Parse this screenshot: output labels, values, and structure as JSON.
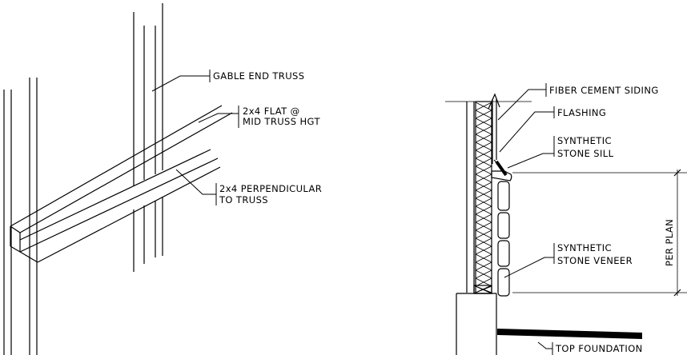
{
  "labels": {
    "gable_end_truss": "GABLE END TRUSS",
    "flat_line1": "2x4 FLAT @",
    "flat_line2": "MID TRUSS HGT",
    "perp_line1": "2x4 PERPENDICULAR",
    "perp_line2": "TO TRUSS",
    "fiber_cement_siding": "FIBER CEMENT SIDING",
    "flashing": "FLASHING",
    "sill_line1": "SYNTHETIC",
    "sill_line2": "STONE SILL",
    "veneer_line1": "SYNTHETIC",
    "veneer_line2": "STONE VENEER",
    "per_plan": "PER PLAN",
    "top_foundation": "TOP FOUNDATION"
  }
}
